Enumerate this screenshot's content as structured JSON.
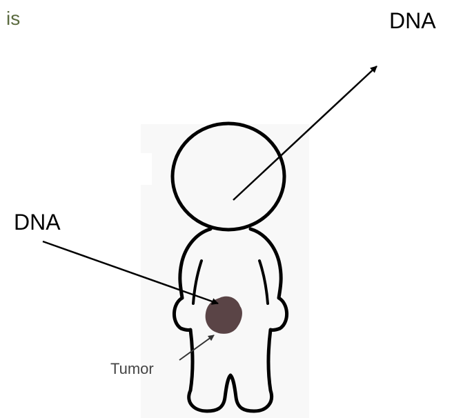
{
  "text": {
    "fragment": "is",
    "dna_top": "DNA",
    "dna_left": "DNA",
    "tumor": "Tumor"
  },
  "colors": {
    "fragment_text": "#5b6b3f",
    "outline": "#000000",
    "tumor_fill": "#5a4446",
    "panel_bg": "#f8f8f8"
  }
}
